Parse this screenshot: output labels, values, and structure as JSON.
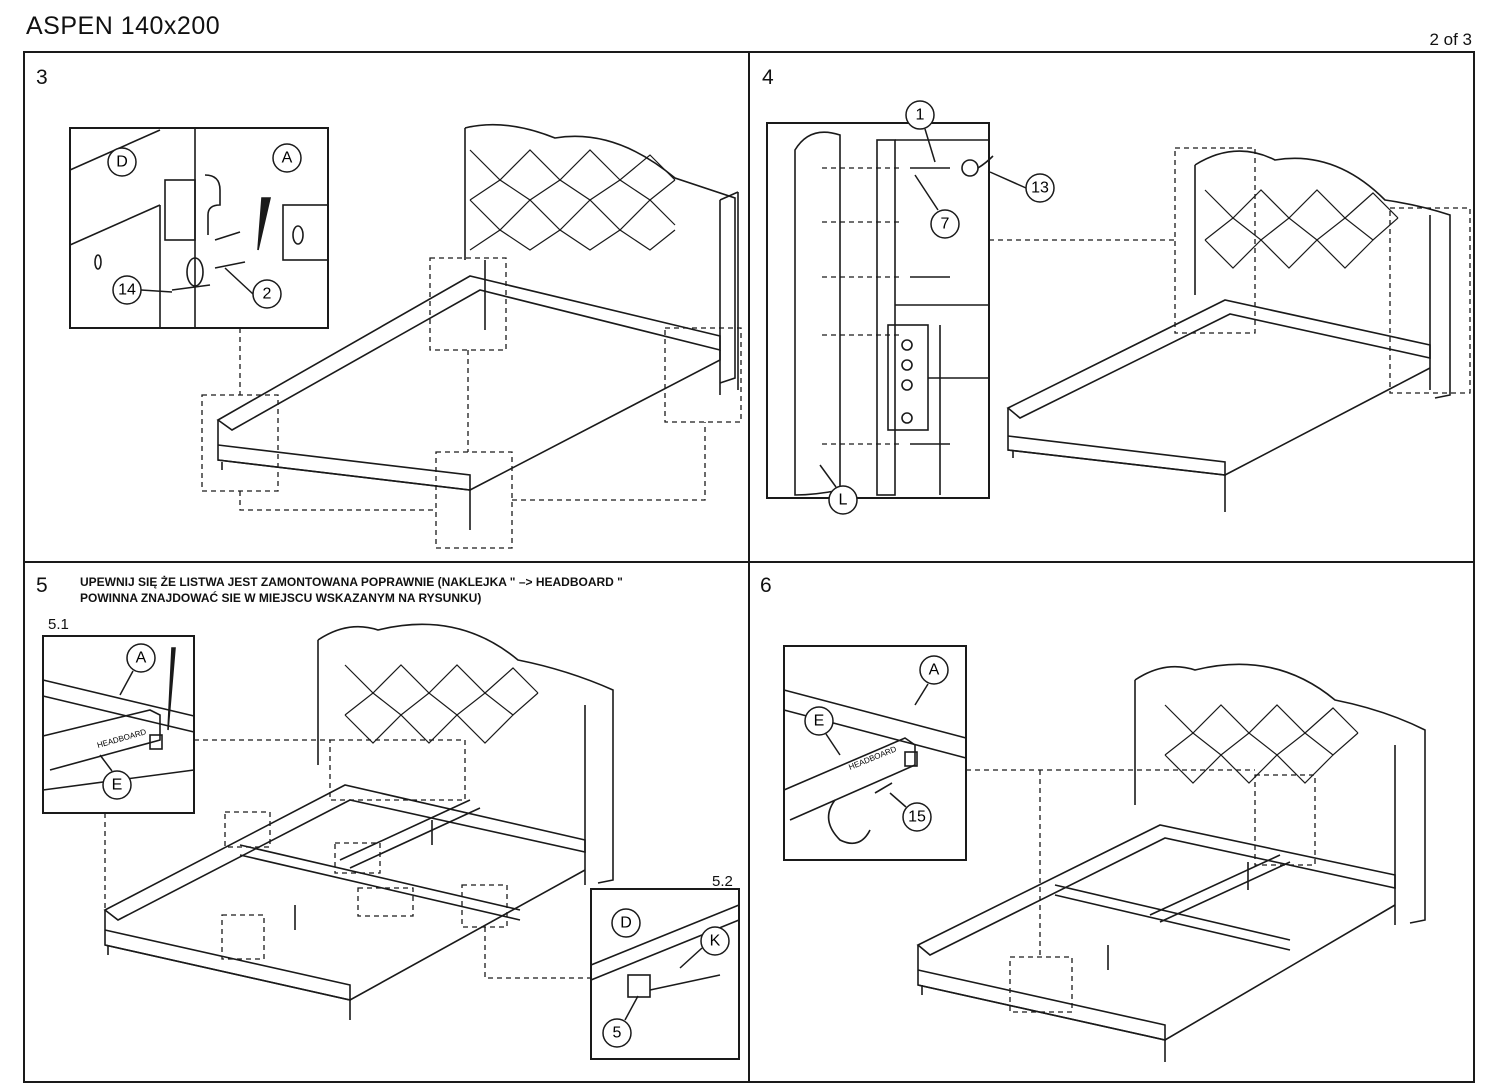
{
  "header": {
    "title": "ASPEN 140x200",
    "page_number": "2 of 3"
  },
  "steps": [
    {
      "number": "3",
      "callouts": [
        "D",
        "A",
        "14",
        "2"
      ]
    },
    {
      "number": "4",
      "callouts": [
        "1",
        "13",
        "7",
        "L"
      ]
    },
    {
      "number": "5",
      "note": "UPEWNIJ SIĘ ŻE LISTWA JEST ZAMONTOWANA POPRAWNIE (NAKLEJKA \" –> HEADBOARD \" POWINNA ZNAJDOWAĆ SIE W MIEJSCU WSKAZANYM NA RYSUNKU)",
      "sub_steps": [
        "5.1",
        "5.2"
      ],
      "callouts_51": [
        "A",
        "E"
      ],
      "callouts_52": [
        "D",
        "K",
        "5"
      ],
      "sticker": "HEADBOARD"
    },
    {
      "number": "6",
      "callouts": [
        "A",
        "E",
        "15"
      ],
      "sticker": "HEADBOARD"
    }
  ],
  "colors": {
    "line": "#1a1a1a",
    "paper": "#ffffff"
  }
}
